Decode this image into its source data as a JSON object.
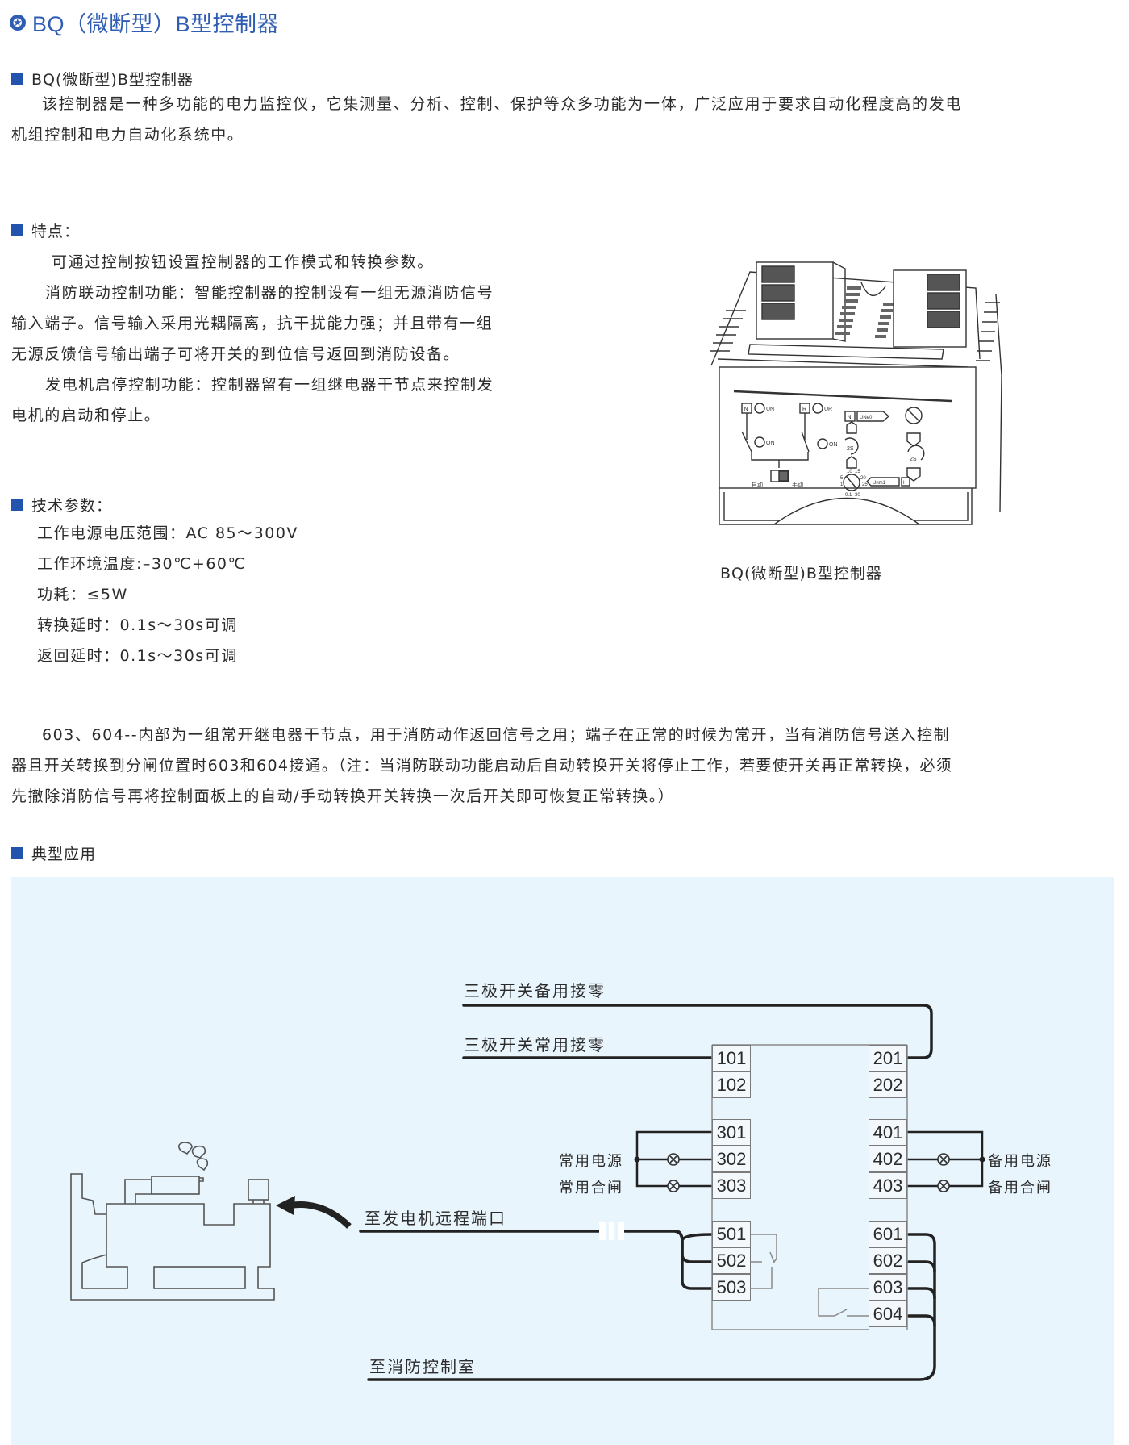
{
  "page": {
    "title": "BQ（微断型）B型控制器",
    "title_icon": "star-icon",
    "accent_color": "#2f5db3",
    "diagram_bg_color": "#e9f5fd"
  },
  "intro": {
    "heading": "BQ(微断型)B型控制器",
    "lines": [
      "该控制器是一种多功能的电力监控仪，它集测量、分析、控制、保护等众多功能为一体，广泛应用于要求自动化程度高的发电",
      "机组控制和电力自动化系统中。"
    ]
  },
  "features": {
    "heading": "特点：",
    "lines": [
      "可通过控制按钮设置控制器的工作模式和转换参数。",
      "消防联动控制功能：智能控制器的控制设有一组无源消防信号",
      "输入端子。信号输入采用光耦隔离，抗干扰能力强；并且带有一组",
      "无源反馈信号输出端子可将开关的到位信号返回到消防设备。",
      "发电机启停控制功能：控制器留有一组继电器干节点来控制发",
      "电机的启动和停止。"
    ]
  },
  "specs": {
    "heading": "技术参数：",
    "items": [
      "工作电源电压范围：AC 85～300V",
      "工作环境温度:–30℃+60℃",
      "功耗：≤5W",
      "转换延时：0.1s～30s可调",
      "返回延时：0.1s～30s可调"
    ]
  },
  "product_image": {
    "caption": "BQ(微断型)B型控制器",
    "panel_labels": {
      "n": "N",
      "r": "R",
      "un": "UN",
      "ur": "UR",
      "on1": "ON",
      "on2": "ON",
      "unne0": "UNe0",
      "unm1": "Unm1",
      "h": "H",
      "delay1": "2S",
      "delay2": "2S",
      "auto": "自动",
      "manual": "手动",
      "dial_ticks": [
        "0.1",
        "1",
        "5",
        "10",
        "15",
        "20",
        "25",
        "30"
      ]
    }
  },
  "note": {
    "lines": [
      "603、604--内部为一组常开继电器干节点，用于消防动作返回信号之用；端子在正常的时候为常开，当有消防信号送入控制",
      "器且开关转换到分闸位置时603和604接通。（注：当消防联动功能启动后自动转换开关将停止工作，若要使开关再正常转换，必须",
      "先撤除消防信号再将控制面板上的自动/手动转换开关转换一次后开关即可恢复正常转换。）"
    ]
  },
  "application": {
    "heading": "典型应用",
    "labels": {
      "backup_neutral": "三极开关备用接零",
      "normal_neutral": "三极开关常用接零",
      "normal_power": "常用电源",
      "normal_close": "常用合闸",
      "backup_power": "备用电源",
      "backup_close": "备用合闸",
      "generator_port": "至发电机远程端口",
      "fire_control": "至消防控制室"
    },
    "terminals_left": [
      "101",
      "102",
      "301",
      "302",
      "303",
      "501",
      "502",
      "503"
    ],
    "terminals_right": [
      "201",
      "202",
      "401",
      "402",
      "403",
      "601",
      "602",
      "603",
      "604"
    ]
  }
}
